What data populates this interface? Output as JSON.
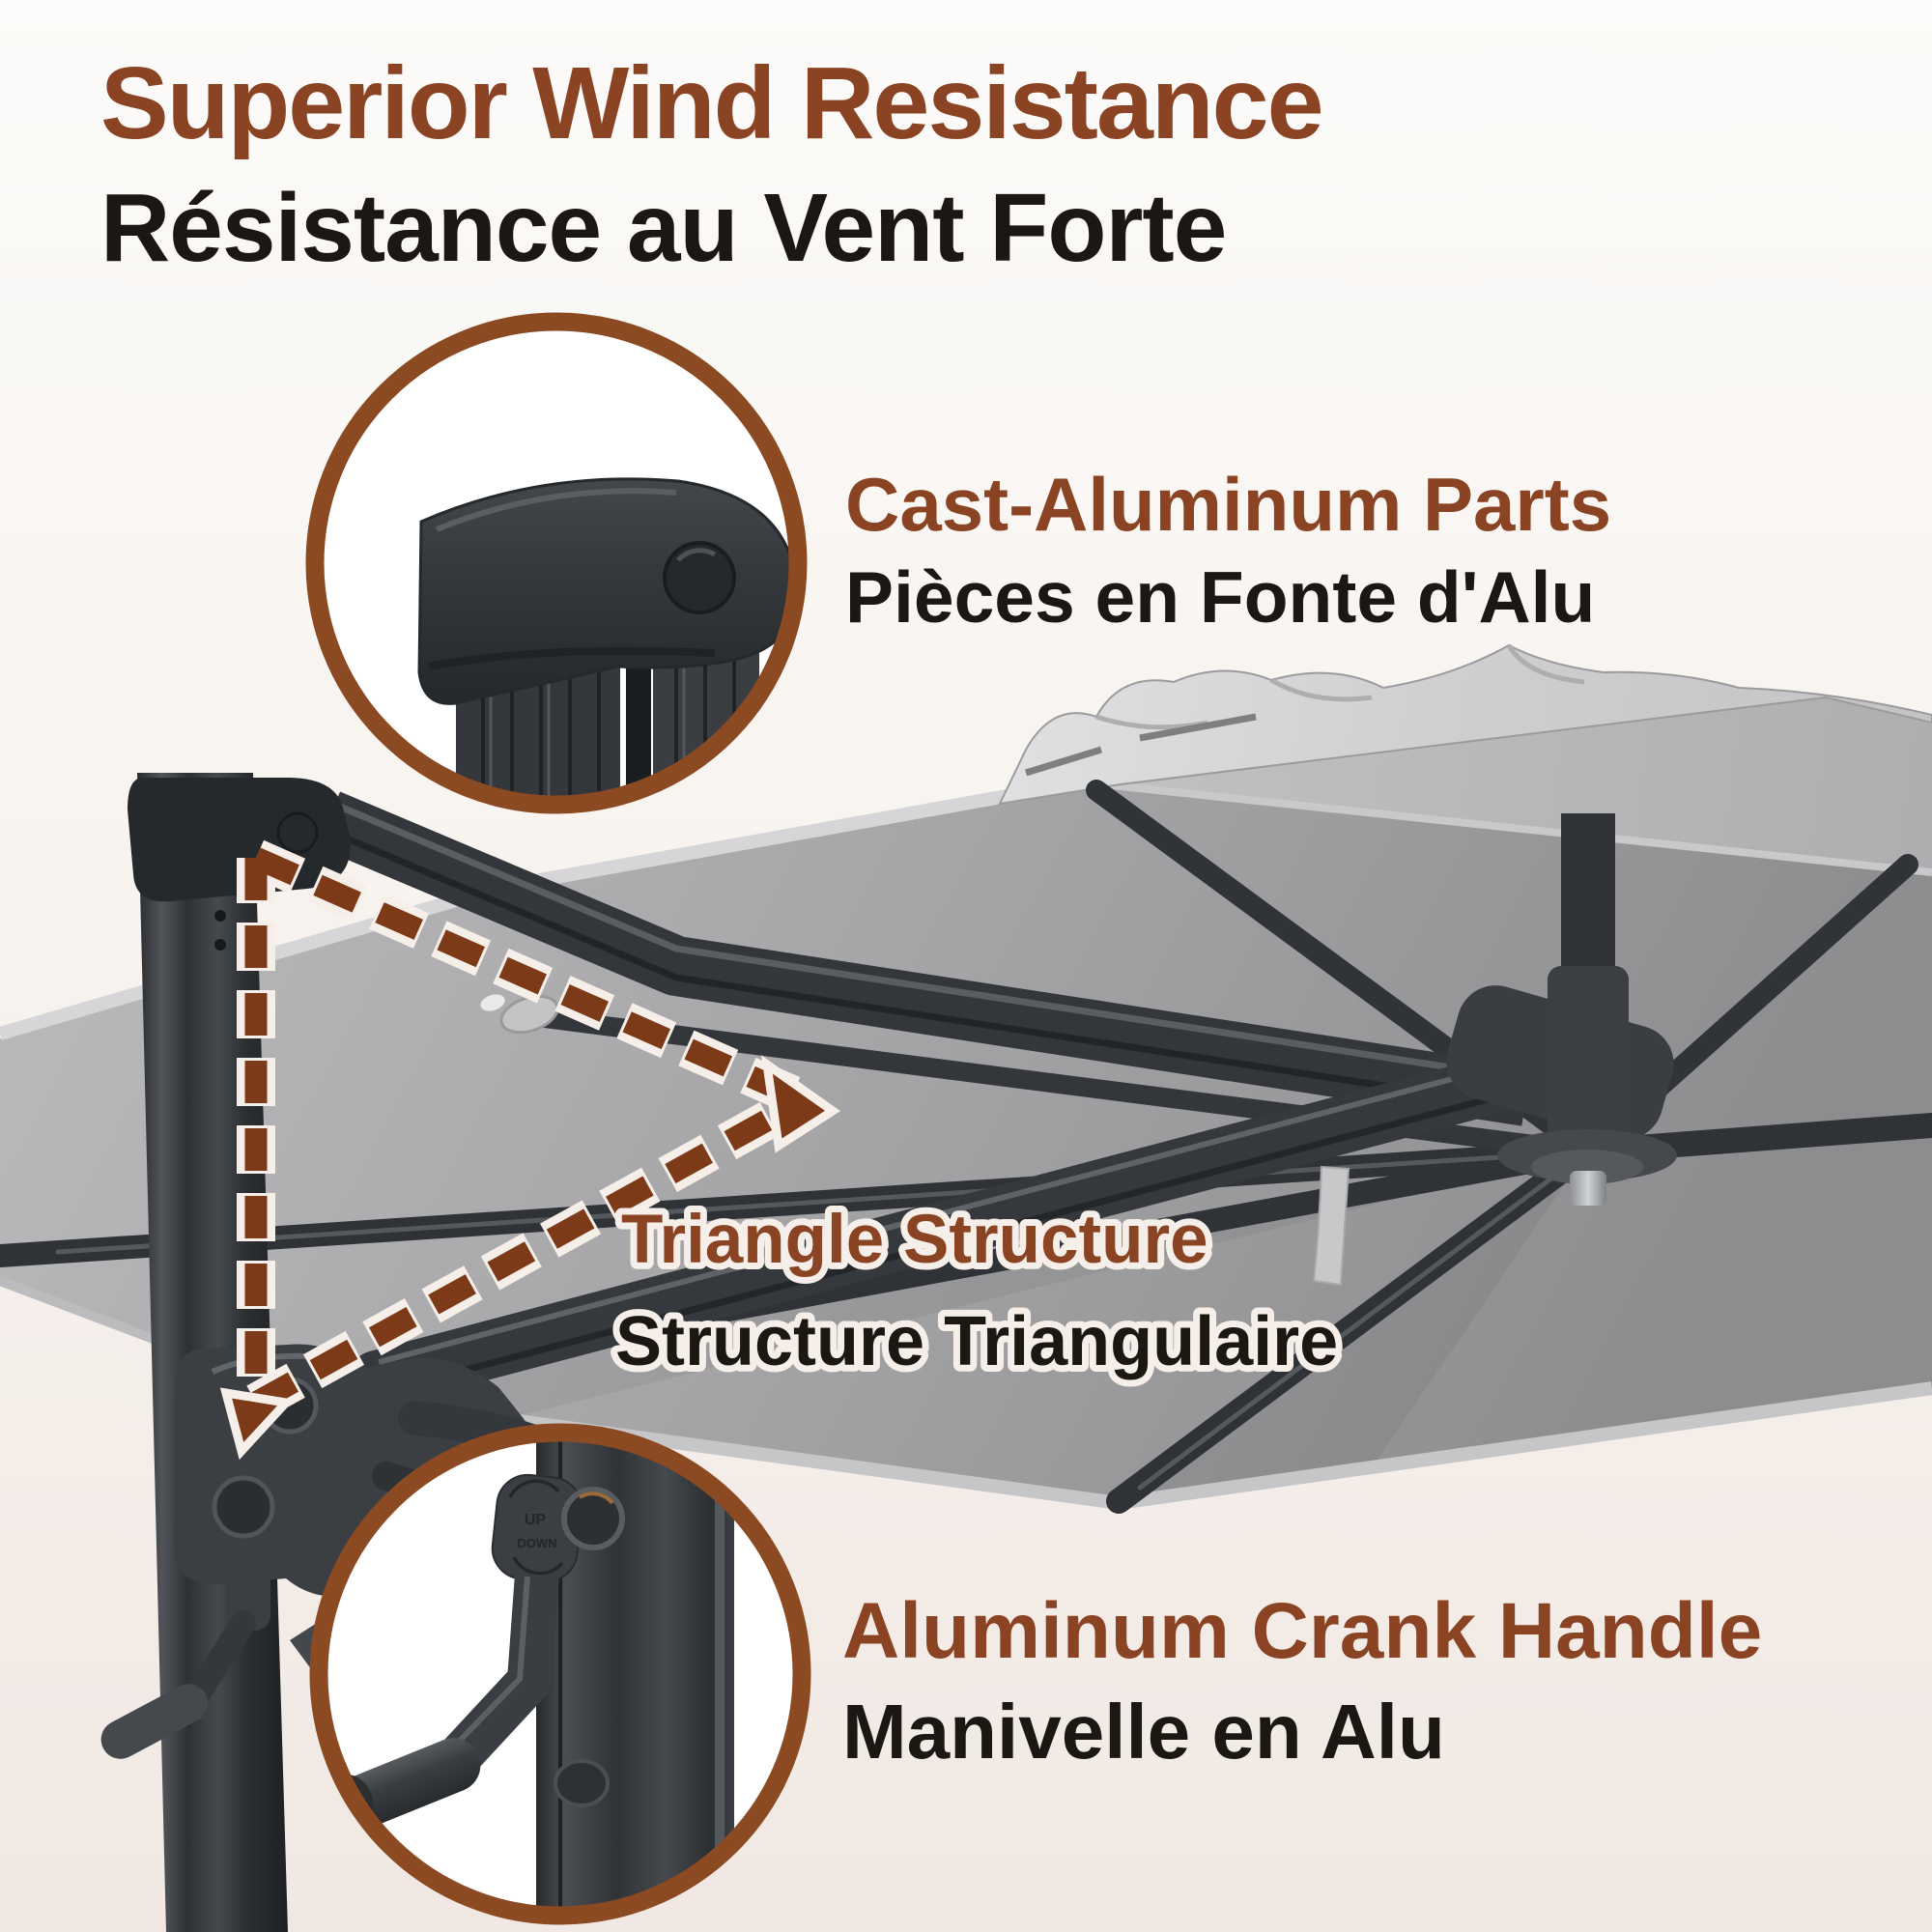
{
  "colors": {
    "accent_brown": "#8a4424",
    "ring_brown": "#8c4a22",
    "dash_brown": "#7d3a18",
    "outline_cream": "#f6efe9",
    "text_black": "#1b1713",
    "bg_top": "#fcfbf9",
    "bg_bottom": "#f1e8e3",
    "canopy_grey": "#a4a4a6",
    "frame_dark": "#3a3d41"
  },
  "title": {
    "en": "Superior Wind Resistance",
    "fr": "Résistance au Vent Forte"
  },
  "features": {
    "cast_aluminum": {
      "en": "Cast-Aluminum Parts",
      "fr": "Pièces en Fonte d'Alu"
    },
    "triangle": {
      "en": "Triangle Structure",
      "fr": "Structure Triangulaire"
    },
    "crank": {
      "en": "Aluminum Crank Handle",
      "fr": "Manivelle en Alu"
    }
  },
  "crank_markings": {
    "up": "UP",
    "down": "DOWN"
  }
}
